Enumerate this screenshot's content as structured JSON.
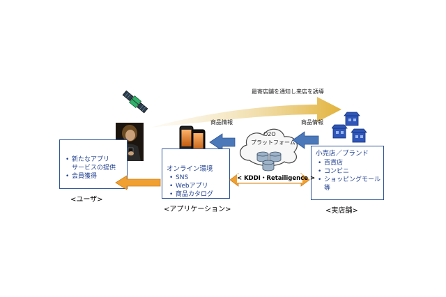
{
  "top_label": "最寄店舗を通知し来店を誘導",
  "product_info_left": "商品情報",
  "product_info_right": "商品情報",
  "cloud_title": "O2O",
  "cloud_subtitle": "プラットフォーム",
  "platform_name": "< KDDI・Retailigence >",
  "user_box": {
    "items": [
      "新たなアプリ",
      "サービスの提供",
      "会員獲得"
    ],
    "caption": "<ユーザ>"
  },
  "app_box": {
    "heading": "オンライン環境",
    "items": [
      "SNS",
      "Webアプリ",
      "商品カタログ"
    ],
    "caption": "<アプリケーション>"
  },
  "store_box": {
    "heading": "小売店／ブランド",
    "items": [
      "百貨店",
      "コンビニ",
      "ショッピングモール等"
    ],
    "caption": "<実店舗>"
  },
  "colors": {
    "box_border": "#2f5597",
    "text_blue": "#1f3f8f",
    "blue_arrow": "#4a78b8",
    "orange_arrow": "#f0a030",
    "gold_arrow": "#e0b040"
  },
  "icons": [
    "satellite-icon",
    "person-photo",
    "smartphone-icon",
    "cloud-icon",
    "database-icon",
    "store-icon"
  ]
}
